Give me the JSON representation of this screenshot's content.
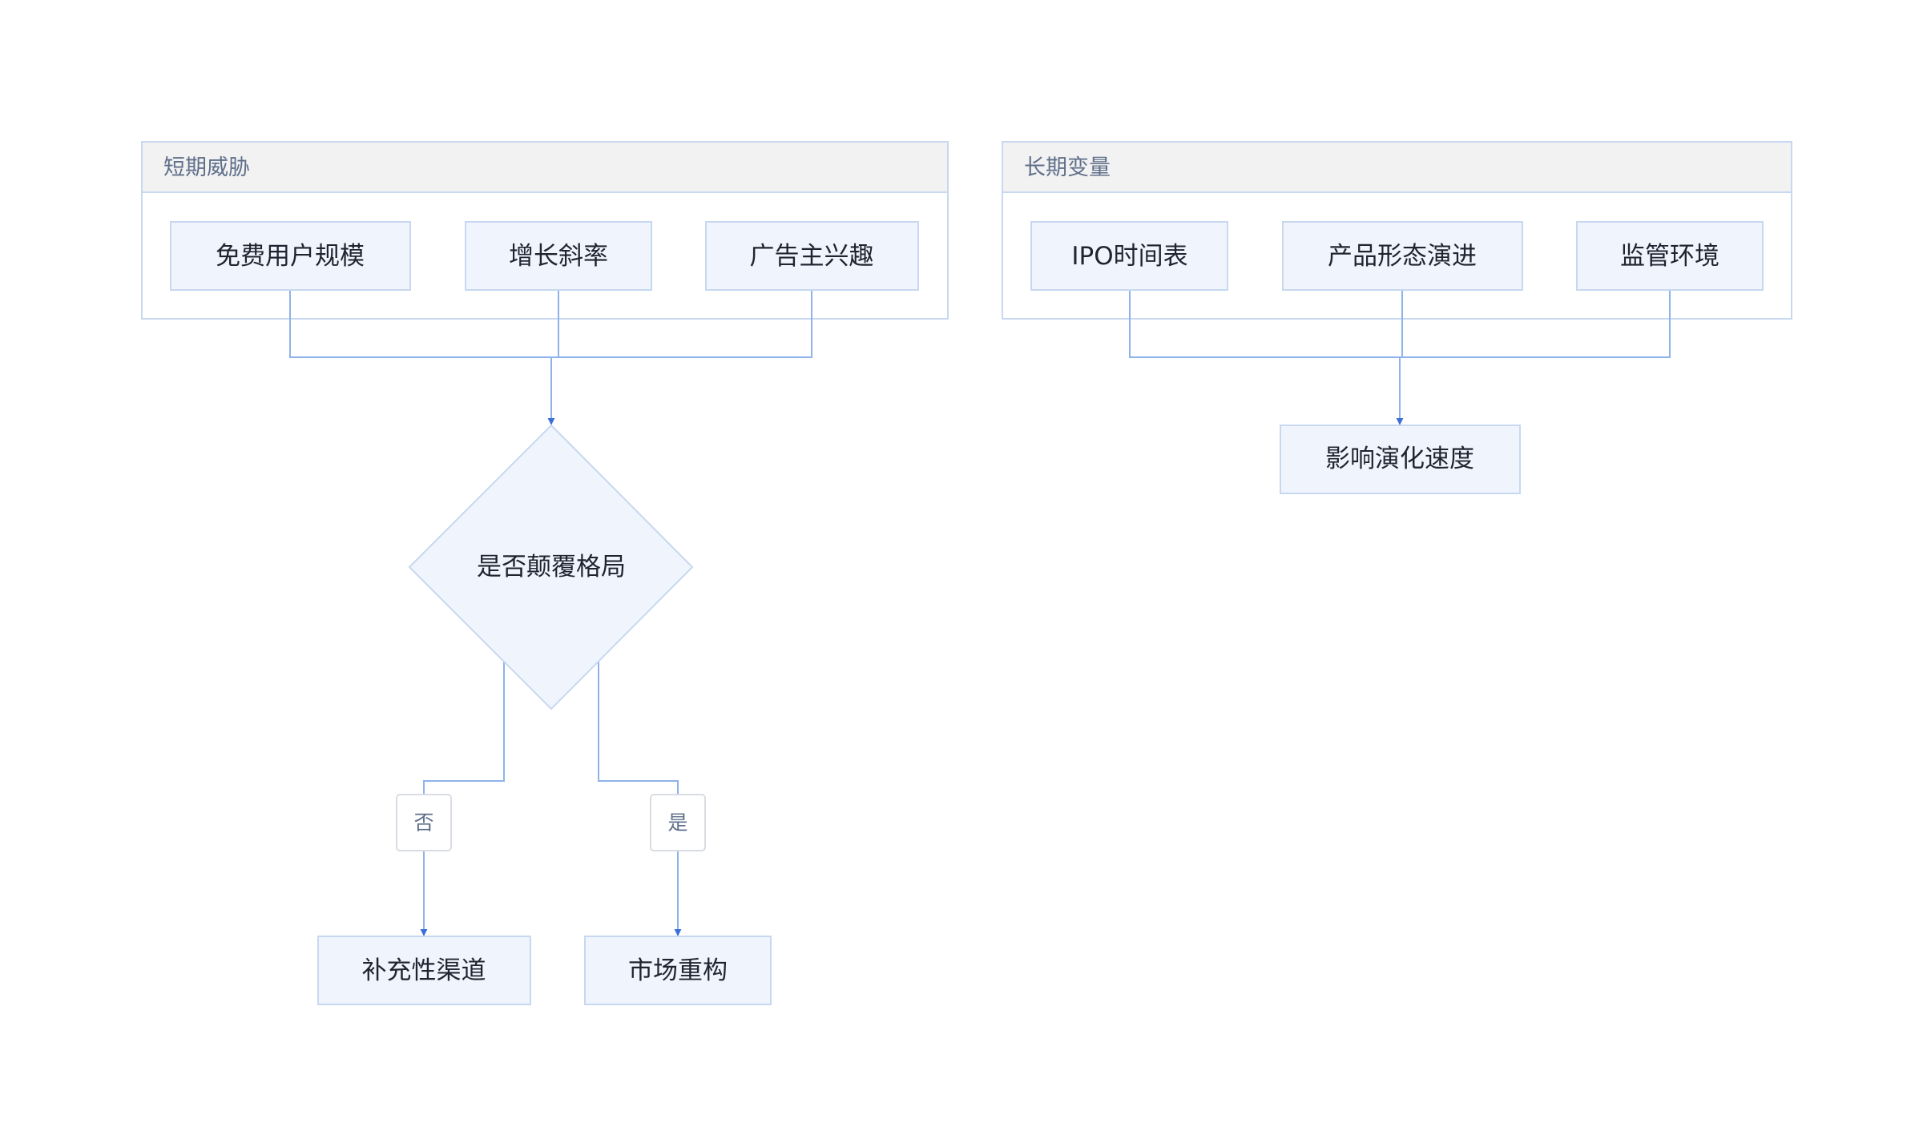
{
  "diagram": {
    "groups": {
      "short_term": {
        "title": "短期威胁"
      },
      "long_term": {
        "title": "长期变量"
      }
    },
    "nodes": {
      "free_users": "免费用户规模",
      "growth_slope": "增长斜率",
      "advertiser_interest": "广告主兴趣",
      "disrupt_decision": "是否颠覆格局",
      "supplementary_channel": "补充性渠道",
      "market_restructure": "市场重构",
      "ipo_timeline": "IPO时间表",
      "product_evolution": "产品形态演进",
      "regulatory_env": "监管环境",
      "evolution_speed": "影响演化速度"
    },
    "edge_labels": {
      "no": "否",
      "yes": "是"
    },
    "colors": {
      "node_fill": "#f0f5fd",
      "node_stroke": "#c7d8f0",
      "group_header_fill": "#f2f2f2",
      "group_stroke": "#c7d8f0",
      "edge": "#8fb2ea",
      "arrowhead": "#3b6fd8"
    }
  }
}
